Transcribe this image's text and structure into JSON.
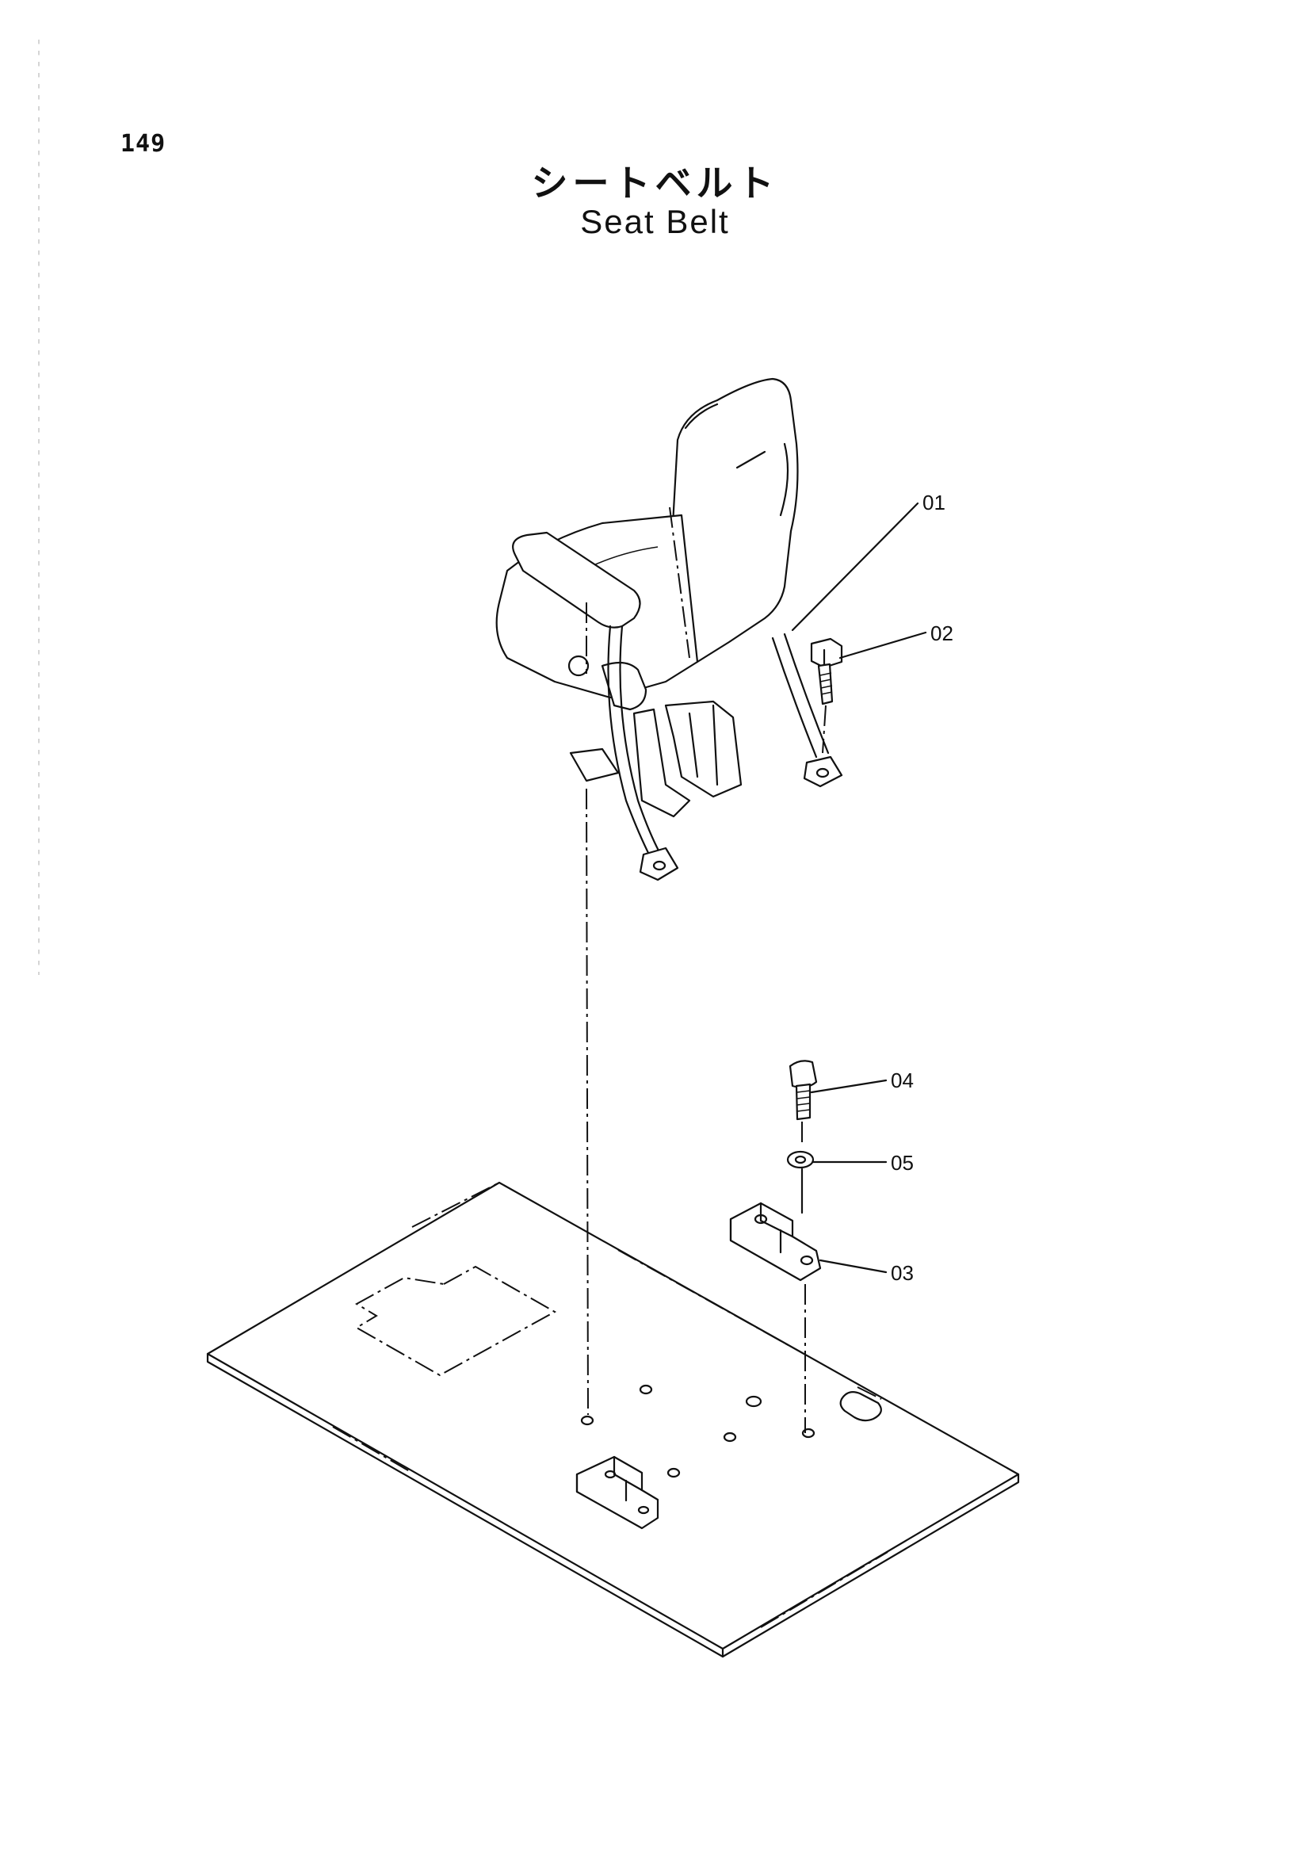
{
  "page": {
    "number": "149",
    "title_jp": "シートベルト",
    "title_en": "Seat Belt"
  },
  "callouts": [
    {
      "id": "01",
      "label": "01"
    },
    {
      "id": "02",
      "label": "02"
    },
    {
      "id": "04",
      "label": "04"
    },
    {
      "id": "05",
      "label": "05"
    },
    {
      "id": "03",
      "label": "03"
    }
  ]
}
